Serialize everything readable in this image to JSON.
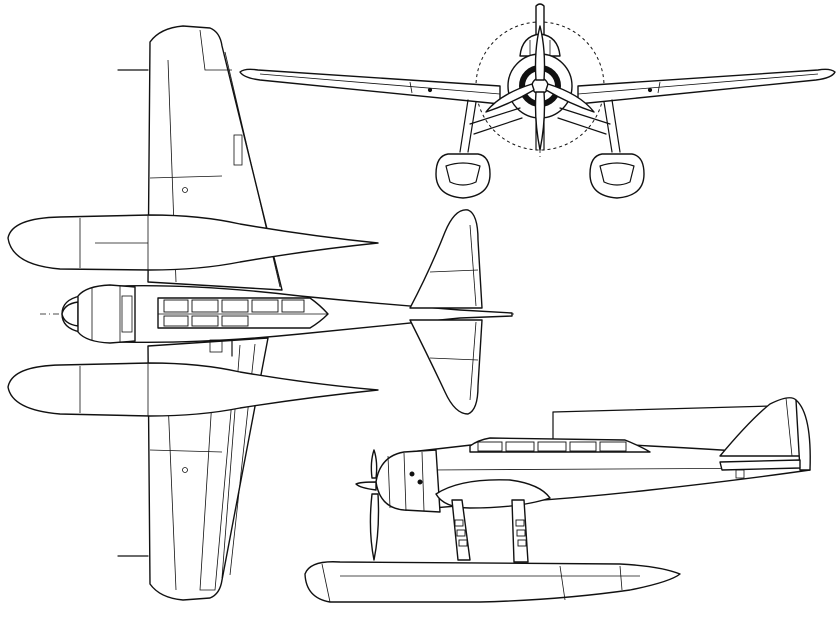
{
  "drawing": {
    "stroke_color": "#111111",
    "background_color": "#ffffff",
    "views": [
      "top-view",
      "front-view",
      "side-view"
    ]
  }
}
